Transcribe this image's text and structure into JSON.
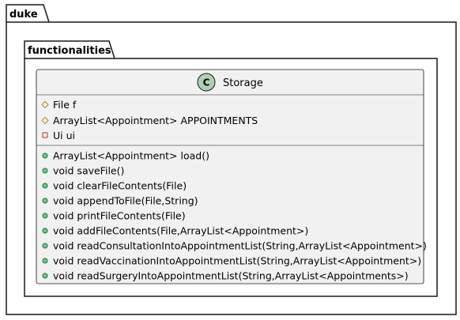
{
  "packages": {
    "outer": {
      "name": "duke"
    },
    "inner": {
      "name": "functionalities"
    }
  },
  "class": {
    "stereotype_letter": "C",
    "stereotype_color": "#ADD1B2",
    "name": "Storage",
    "fill_color": "#F1F1F1",
    "fields": [
      {
        "visibility": "protected",
        "icon": "protected-diamond-icon",
        "text": "File f"
      },
      {
        "visibility": "protected",
        "icon": "protected-diamond-icon",
        "text": "ArrayList<Appointment> APPOINTMENTS"
      },
      {
        "visibility": "private",
        "icon": "private-square-icon",
        "text": "Ui ui"
      }
    ],
    "methods": [
      {
        "visibility": "public",
        "icon": "public-circle-icon",
        "text": "ArrayList<Appointment> load()"
      },
      {
        "visibility": "public",
        "icon": "public-circle-icon",
        "text": "void saveFile()"
      },
      {
        "visibility": "public",
        "icon": "public-circle-icon",
        "text": "void clearFileContents(File)"
      },
      {
        "visibility": "public",
        "icon": "public-circle-icon",
        "text": "void appendToFile(File,String)"
      },
      {
        "visibility": "public",
        "icon": "public-circle-icon",
        "text": "void printFileContents(File)"
      },
      {
        "visibility": "public",
        "icon": "public-circle-icon",
        "text": "void addFileContents(File,ArrayList<Appointment>)"
      },
      {
        "visibility": "public",
        "icon": "public-circle-icon",
        "text": "void readConsultationIntoAppointmentList(String,ArrayList<Appointment>)"
      },
      {
        "visibility": "public",
        "icon": "public-circle-icon",
        "text": "void readVaccinationIntoAppointmentList(String,ArrayList<Appointment>)"
      },
      {
        "visibility": "public",
        "icon": "public-circle-icon",
        "text": "void readSurgeryIntoAppointmentList(String,ArrayList<Appointments>)"
      }
    ]
  },
  "colors": {
    "protected_icon": "#B38D22",
    "private_icon": "#C82930",
    "public_icon_fill": "#84BE84",
    "public_icon_stroke": "#038048"
  }
}
